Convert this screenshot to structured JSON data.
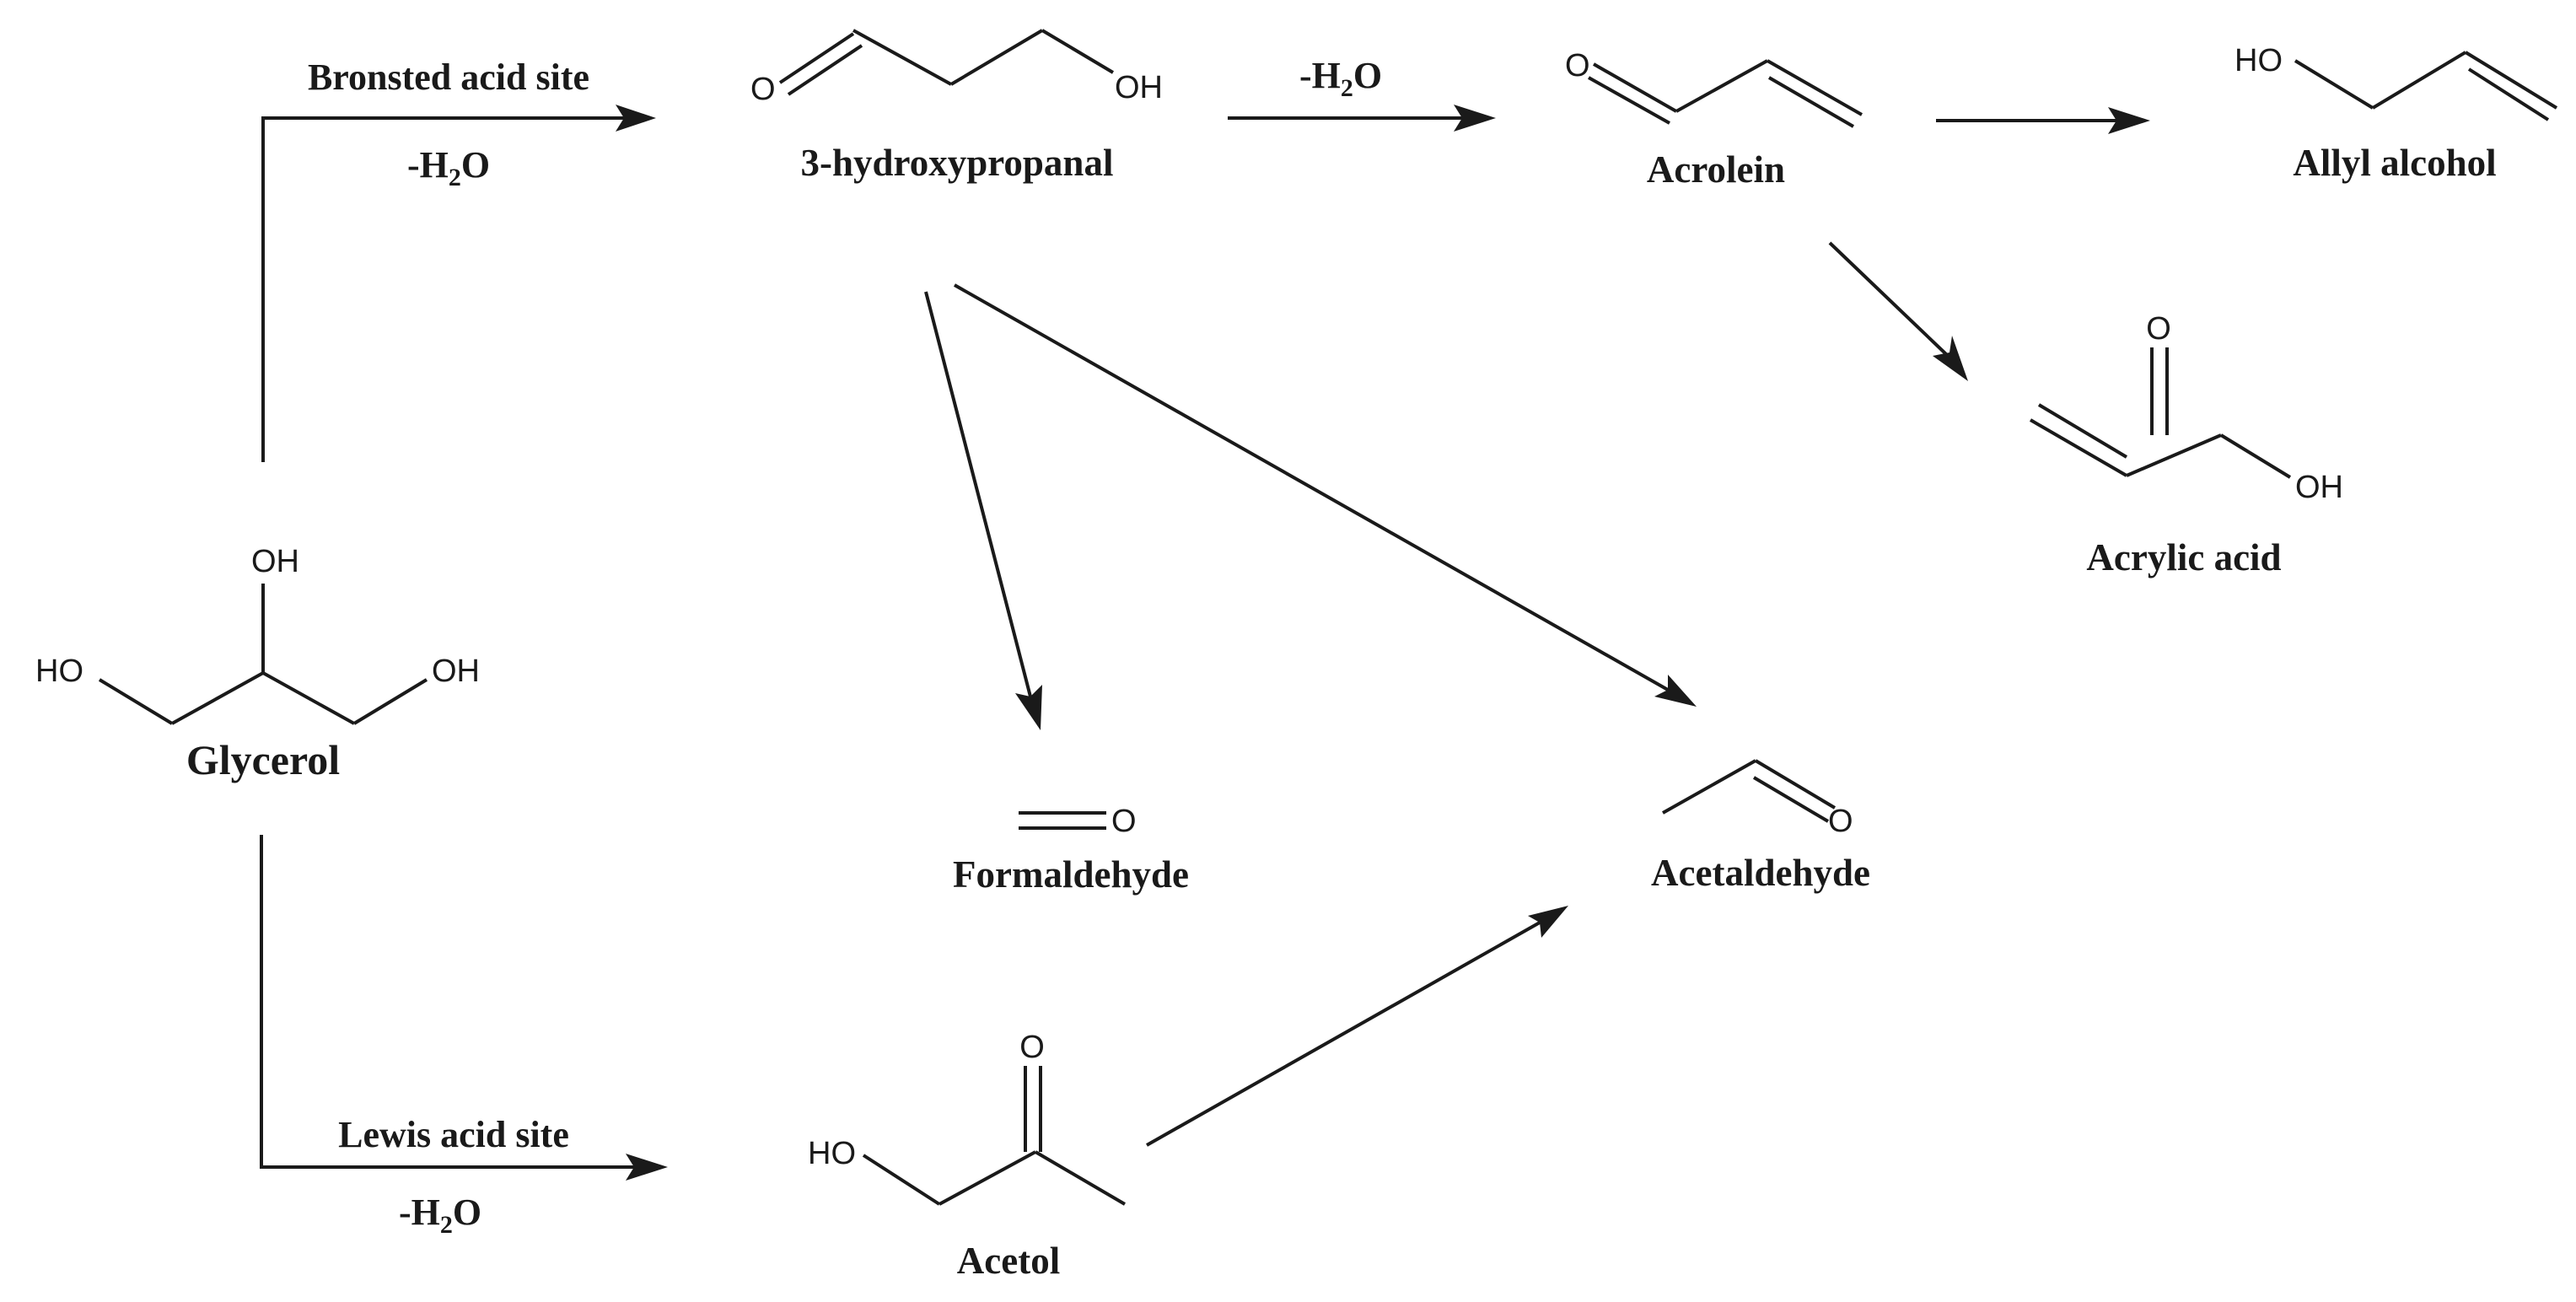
{
  "compounds": {
    "glycerol": {
      "name": "Glycerol",
      "atoms": {
        "oh_top": "OH",
        "oh_left": "HO",
        "oh_right": "OH"
      }
    },
    "hydroxypropanal": {
      "name": "3-hydroxypropanal",
      "atoms": {
        "o": "O",
        "oh": "OH"
      }
    },
    "acrolein": {
      "name": "Acrolein",
      "atoms": {
        "o": "O"
      }
    },
    "allyl_alcohol": {
      "name": "Allyl alcohol",
      "atoms": {
        "ho": "HO"
      }
    },
    "acrylic_acid": {
      "name": "Acrylic acid",
      "atoms": {
        "o": "O",
        "oh": "OH"
      }
    },
    "formaldehyde": {
      "name": "Formaldehyde",
      "atoms": {
        "o": "O"
      }
    },
    "acetaldehyde": {
      "name": "Acetaldehyde",
      "atoms": {
        "o": "O"
      }
    },
    "acetol": {
      "name": "Acetol",
      "atoms": {
        "o": "O",
        "ho": "HO"
      }
    }
  },
  "conditions": {
    "bronsted": {
      "label": "Bronsted acid site",
      "loss_prefix": "-H",
      "loss_sub": "2",
      "loss_suffix": "O"
    },
    "lewis": {
      "label": "Lewis acid site",
      "loss_prefix": "-H",
      "loss_sub": "2",
      "loss_suffix": "O"
    },
    "dehydration": {
      "loss_prefix": "-H",
      "loss_sub": "2",
      "loss_suffix": "O"
    }
  }
}
